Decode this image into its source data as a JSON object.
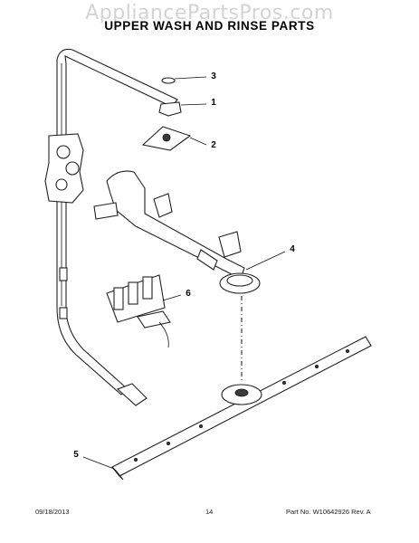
{
  "watermark": "AppliancePartsPros.com",
  "title": "UPPER WASH AND RINSE PARTS",
  "callouts": [
    "3",
    "1",
    "2",
    "4",
    "6",
    "5"
  ],
  "footer": {
    "date": "09/18/2013",
    "page": "14",
    "part_info": "Part No. W10642926  Rev. A"
  }
}
